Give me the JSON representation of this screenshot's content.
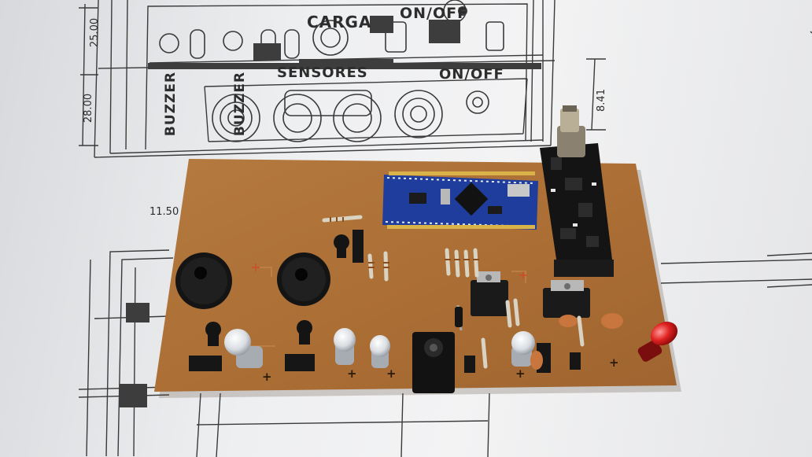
{
  "drawing": {
    "labels": {
      "buzzer_left": "BUZZER",
      "buzzer_right": "BUZZER",
      "carga": "CARGA",
      "on_off_top": "ON/OFF",
      "sensores": "SENSORES",
      "on_off_bottom": "ON/OFF"
    },
    "dimensions": {
      "d1": "25.00",
      "d2": "28.00",
      "d3": "8.41",
      "d4": "11.50"
    }
  },
  "pcb": {
    "polarity_marks": [
      "+",
      "+",
      "+",
      "+",
      "+"
    ]
  },
  "colors": {
    "pcb": "#b0743a",
    "arduino_board": "#1f3d9c",
    "rf_module": "#141414",
    "paper": "#eeeff1",
    "drawing_lines": "#3a3a3a"
  }
}
